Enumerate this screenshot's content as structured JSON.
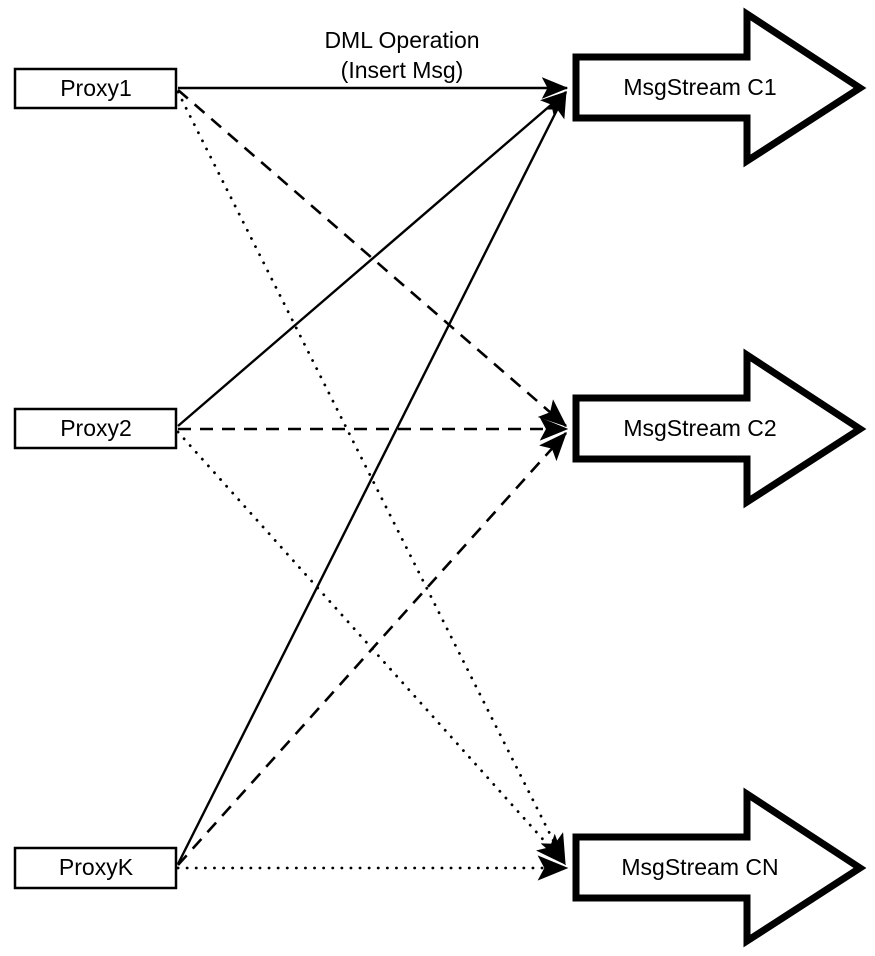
{
  "diagram": {
    "title": "Proxy to MsgStream channel fan-out diagram",
    "background_color": "#ffffff",
    "stroke_color": "#000000",
    "edge_caption": {
      "line1": "DML Operation",
      "line2": "(Insert Msg)"
    },
    "proxies": [
      {
        "id": "proxy1",
        "label": "Proxy1"
      },
      {
        "id": "proxy2",
        "label": "Proxy2"
      },
      {
        "id": "proxyK",
        "label": "ProxyK"
      }
    ],
    "streams": [
      {
        "id": "c1",
        "label": "MsgStream C1",
        "icon": "block-arrow-right-icon"
      },
      {
        "id": "c2",
        "label": "MsgStream C2",
        "icon": "block-arrow-right-icon"
      },
      {
        "id": "cn",
        "label": "MsgStream CN",
        "icon": "block-arrow-right-icon"
      }
    ],
    "edges": [
      {
        "from": "Proxy1",
        "to": "MsgStream C1",
        "style": "solid"
      },
      {
        "from": "Proxy1",
        "to": "MsgStream C2",
        "style": "dashed"
      },
      {
        "from": "Proxy1",
        "to": "MsgStream CN",
        "style": "dotted"
      },
      {
        "from": "Proxy2",
        "to": "MsgStream C1",
        "style": "solid"
      },
      {
        "from": "Proxy2",
        "to": "MsgStream C2",
        "style": "dashed"
      },
      {
        "from": "Proxy2",
        "to": "MsgStream CN",
        "style": "dotted"
      },
      {
        "from": "ProxyK",
        "to": "MsgStream C1",
        "style": "solid"
      },
      {
        "from": "ProxyK",
        "to": "MsgStream C2",
        "style": "dashed"
      },
      {
        "from": "ProxyK",
        "to": "MsgStream CN",
        "style": "dotted"
      }
    ]
  }
}
